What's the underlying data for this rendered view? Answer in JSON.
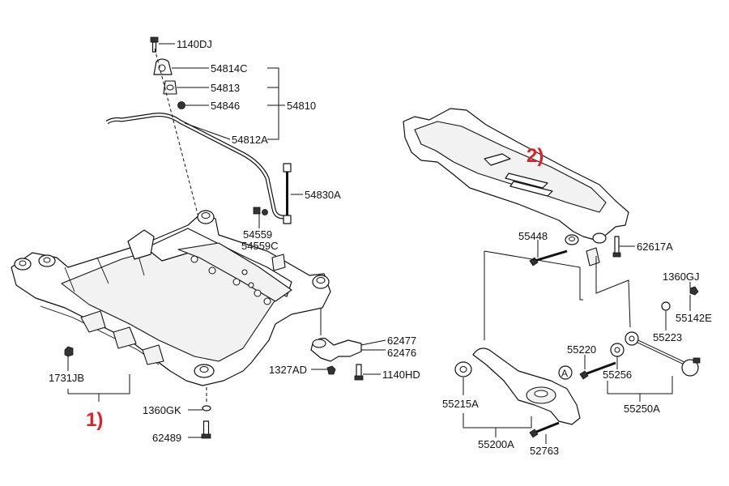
{
  "labels": {
    "p1140DJ": "1140DJ",
    "p54814C": "54814C",
    "p54813": "54813",
    "p54846": "54846",
    "p54810": "54810",
    "p54812A": "54812A",
    "p54830A": "54830A",
    "p54559": "54559",
    "p54559C": "54559C",
    "p1731JB": "1731JB",
    "p1360GK": "1360GK",
    "p62489": "62489",
    "p62477": "62477",
    "p62476": "62476",
    "p1327AD": "1327AD",
    "p1140HD": "1140HD",
    "p55448": "55448",
    "p62617A": "62617A",
    "p1360GJ": "1360GJ",
    "p55142E": "55142E",
    "p55223": "55223",
    "p55220": "55220",
    "p55256": "55256",
    "p55250A": "55250A",
    "p55215A": "55215A",
    "p55200A": "55200A",
    "p52763": "52763",
    "circleA": "A",
    "callout1": "1)",
    "callout2": "2)"
  },
  "colors": {
    "callout": "#e31e24",
    "line": "#111111"
  }
}
